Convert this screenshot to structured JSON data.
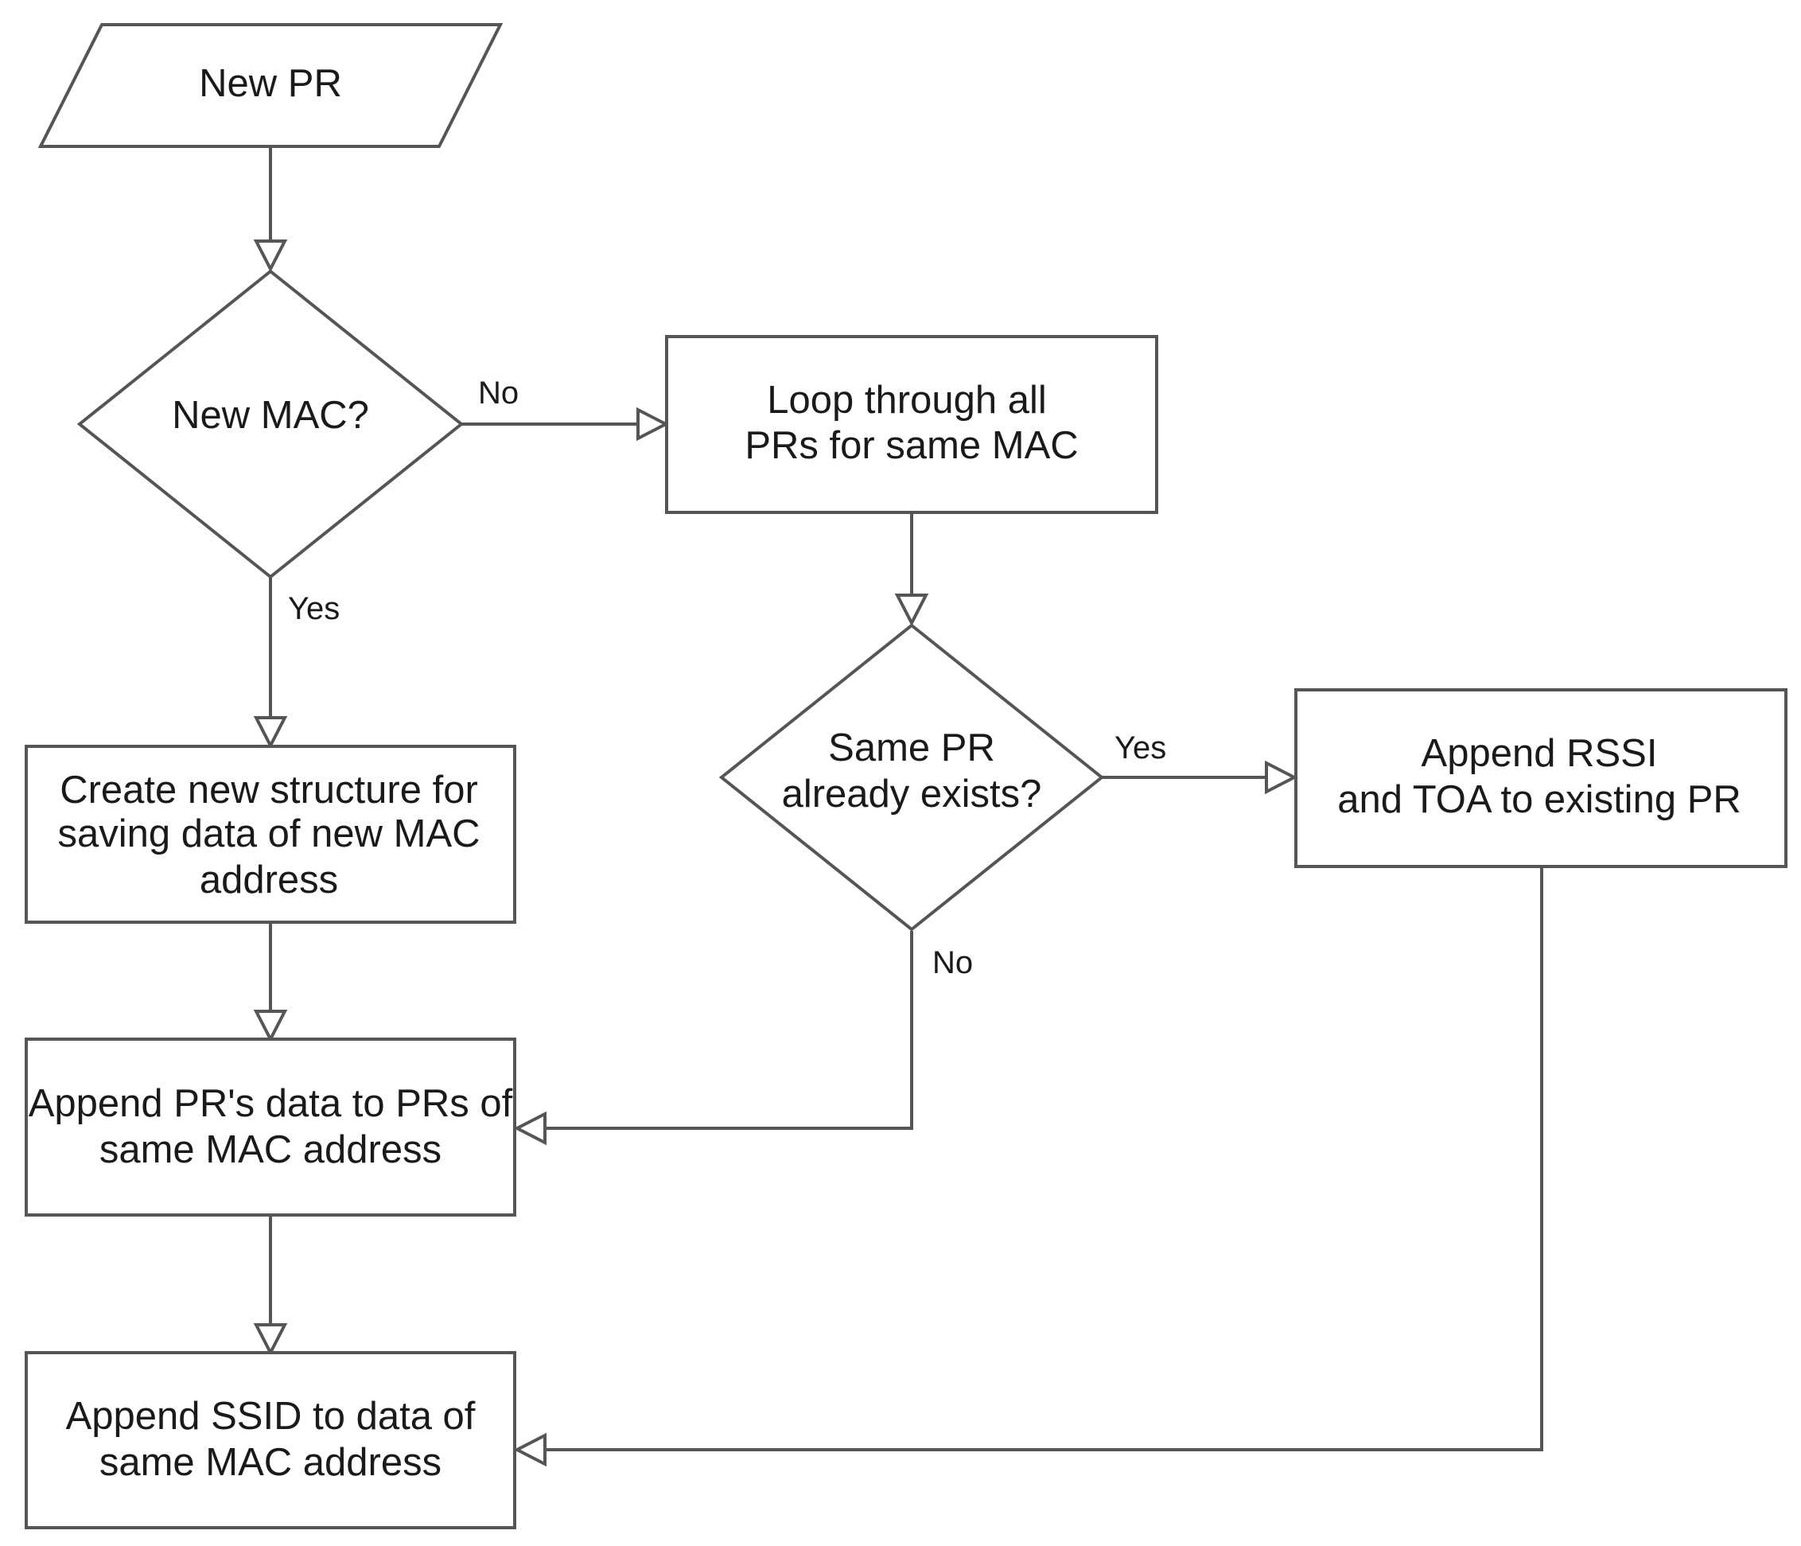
{
  "nodes": {
    "start": {
      "text": "New PR"
    },
    "new_mac": {
      "text": "New MAC?"
    },
    "loop": {
      "lines": [
        "Loop through all",
        "PRs for same MAC"
      ]
    },
    "same_pr": {
      "lines": [
        "Same PR",
        "already exists?"
      ]
    },
    "append_rssi": {
      "lines": [
        "Append RSSI",
        "and TOA to existing PR"
      ]
    },
    "create": {
      "lines": [
        "Create new structure for",
        "saving data of new MAC",
        "address"
      ]
    },
    "append_pr": {
      "lines": [
        "Append PR's data to PRs of",
        "same MAC address"
      ]
    },
    "append_ssid": {
      "lines": [
        "Append SSID to data of",
        "same MAC address"
      ]
    }
  },
  "edges": {
    "new_mac_no": "No",
    "new_mac_yes": "Yes",
    "same_pr_yes": "Yes",
    "same_pr_no": "No"
  },
  "colors": {
    "stroke": "#555555",
    "fill": "#ffffff",
    "text": "#1a1a1a"
  }
}
